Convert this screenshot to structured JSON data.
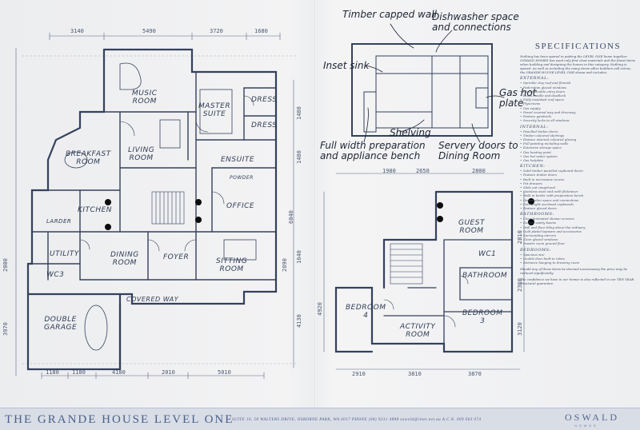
{
  "rooms_level_one": {
    "music": "MUSIC\nROOM",
    "master": "MASTER\nSUITE",
    "dress1": "DRESS",
    "dress2": "DRESS",
    "breakfast": "BREAKFAST\nROOM",
    "living": "LIVING\nROOM",
    "ensuite": "ENSUITE",
    "powder": "POWDER",
    "kitchen": "KITCHEN",
    "office": "OFFICE",
    "larder": "LARDER",
    "utility": "UTILITY",
    "dining": "DINING\nROOM",
    "foyer": "FOYER",
    "sitting": "SITTING\nROOM",
    "wc3": "WC3",
    "covered_way": "COVERED WAY",
    "garage": "DOUBLE\nGARAGE"
  },
  "rooms_upper": {
    "guest": "GUEST\nROOM",
    "wc1": "WC1",
    "bathroom": "BATHROOM",
    "bedroom4": "BEDROOM\n4",
    "activity": "ACTIVITY\nROOM",
    "bedroom3": "BEDROOM\n3"
  },
  "dimensions_top": [
    "3140",
    "5490",
    "3720",
    "1680"
  ],
  "dimensions_bottom": [
    "1180",
    "1180",
    "4180",
    "2010",
    "5010"
  ],
  "dimensions_kitchen_plan": [
    "1980",
    "2650",
    "2800"
  ],
  "dimensions_upper_bottom": [
    "2910",
    "3810",
    "3870"
  ],
  "dimensions_left": [
    "2000",
    "3970"
  ],
  "dimensions_mid": [
    "1480",
    "1480",
    "6040",
    "1640",
    "2890",
    "4130"
  ],
  "dimensions_upper_side": [
    "4920",
    "2810",
    "3120",
    "2360"
  ],
  "annotations": {
    "timber_wall": "Timber capped wall",
    "dishwasher": "Dishwasher space\nand connections",
    "inset_sink": "Inset sink",
    "gas_hot_plate": "Gas hot\nplate",
    "shelving": "Shelving",
    "full_width": "Full width preparation\nand appliance bench",
    "servery": "Servery doors to\nDining Room"
  },
  "specifications": {
    "title": "SPECIFICATIONS",
    "intro": "Nothing has been spared in putting the LEVEL ONE home together. OSWALD HOMES has used only first class materials and the finest items when building and designing the homes in this category. Nothing is spared. As well as including the many items other builders call extras, the GRANDE HOUSE LEVEL ONE shows and includes:",
    "external_head": "EXTERNAL:",
    "external": [
      "Sprinkle clay roof and flemish",
      "Federation glazed windows",
      "Glazed double entry doors",
      "Brass handle and deadlock",
      "Fully insulated roof space",
      "Flyscreens",
      "Gas supply",
      "Paved covered way and driveway",
      "Feature gambrels",
      "Security locks to all windows"
    ],
    "internal_head": "INTERNAL:",
    "internal": [
      "Panelled timber doors",
      "Timber coloured skirtings",
      "Feature internal coloured glazing",
      "Full painting including walls",
      "Extensive storage space",
      "Gas heating point",
      "Gas hot water system",
      "Gas hotplate"
    ],
    "kitchen_head": "KITCHEN:",
    "kitchen": [
      "Solid timber panelled cupboard doors",
      "Feature timber doors",
      "Built in microwave recess",
      "Pot drawers",
      "Slide out rangehood",
      "Stainless steel sink with flickmixer",
      "Walk in larder with preparation bench",
      "Dishwasher space and connections",
      "Full height overhead cupboards",
      "Feature glazed doors"
    ],
    "bathrooms_head": "BATHROOMS:",
    "bathrooms": [
      "Clear laminated shower screens",
      "Double vanity basins",
      "Wall and floor tiling above the ordinary",
      "Gold plated tapware and accessories",
      "Surrounding mirrors",
      "Clear glazed windows",
      "Powder room ground floor"
    ],
    "bedrooms_head": "BEDROOMS:",
    "bedrooms": [
      "Spacious size",
      "Double door built-in robes",
      "Entrance hanging to dressing room"
    ],
    "footer1": "Should any of these items be deemed unnecessary the price may be reduced significantly.",
    "footer2": "The confidence we have in our homes is also reflected in our TEN YEAR structural guarantee."
  },
  "footer": {
    "title": "THE GRANDE HOUSE LEVEL ONE",
    "address": "SUITE 10, 58 WALTERS DRIVE, OSBORNE PARK, WA 6017  PHONE (08) 9231 4888  oswald@iinet.net.au  A.C.N. 009 063 074",
    "logo": "OSWALD",
    "logo_sub": "HOMES"
  },
  "colors": {
    "ink": "#34415c",
    "paper": "#eef0f2",
    "footer": "#d9dde6",
    "accent": "#49618a"
  }
}
